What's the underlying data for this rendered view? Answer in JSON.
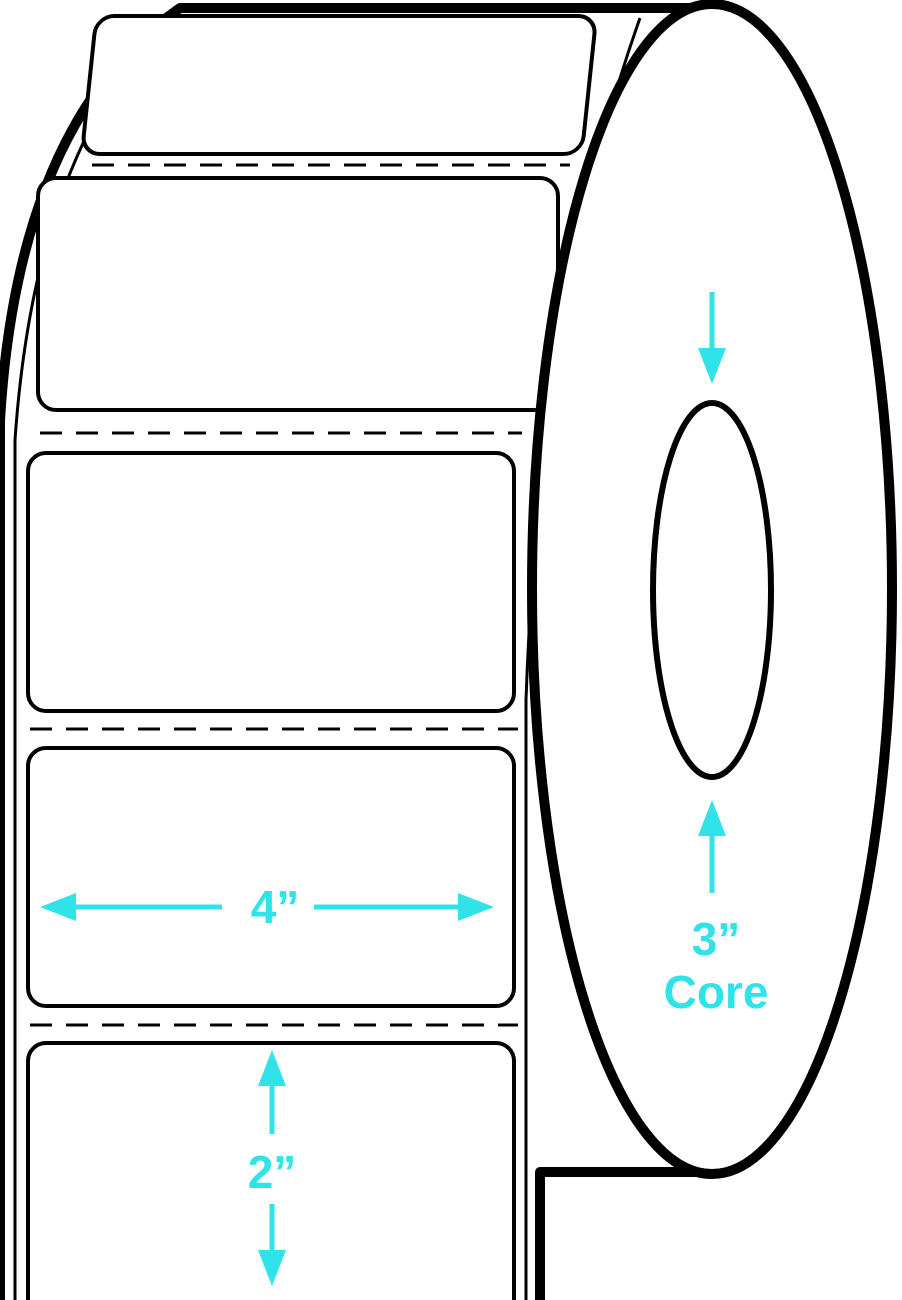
{
  "colors": {
    "outline": "#000000",
    "background": "#ffffff",
    "dimension_accent": "#2fe3e8"
  },
  "labels": {
    "width": "4”",
    "height": "2”",
    "core_size": "3”",
    "core_word": "Core"
  },
  "icons": {
    "arrow": "arrow-icon"
  }
}
